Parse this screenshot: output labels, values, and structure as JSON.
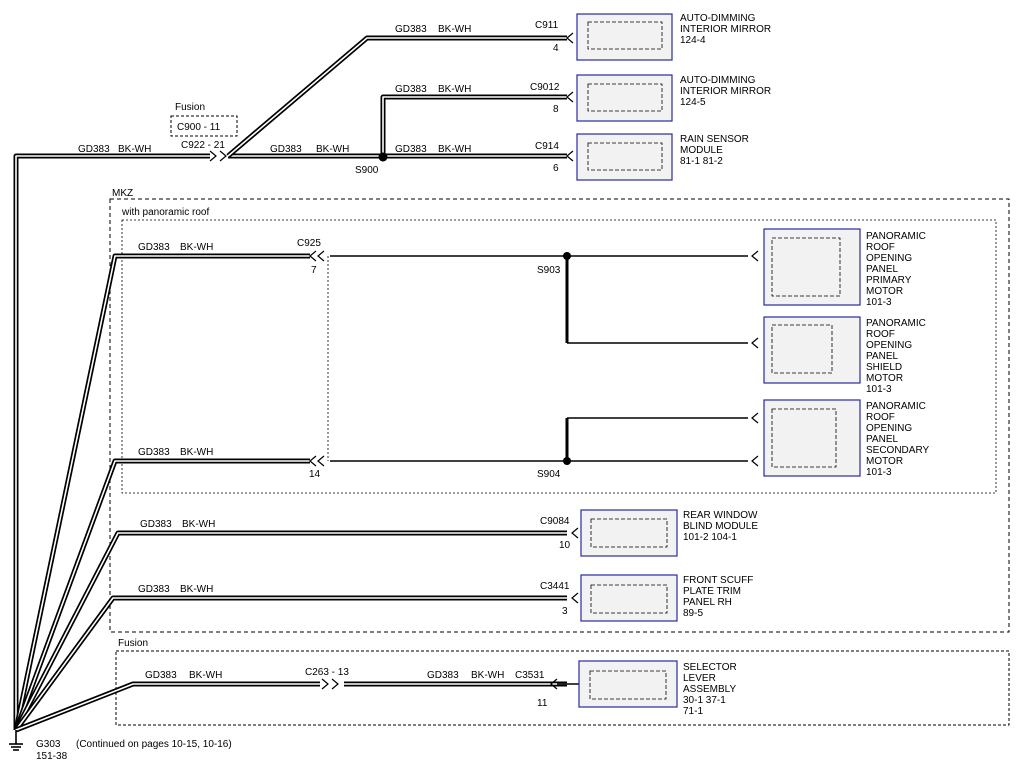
{
  "wire_label": {
    "circuit": "GD383",
    "color": "BK-WH"
  },
  "inline_connectors": {
    "fusion_top": {
      "variant": "Fusion",
      "top": "C900 - 11",
      "bottom": "C922 - 21"
    },
    "c925": {
      "name": "C925",
      "pin_a": "7",
      "pin_b": "14"
    },
    "c263": {
      "name": "C263 - 13"
    }
  },
  "splices": {
    "s900": "S900",
    "s903": "S903",
    "s904": "S904"
  },
  "regions": {
    "mkz": "MKZ",
    "panoramic": "with panoramic roof",
    "fusion": "Fusion"
  },
  "components": [
    {
      "connector": "C911",
      "pin": "4",
      "lines": [
        "AUTO-DIMMING",
        "INTERIOR MIRROR",
        "124-4"
      ]
    },
    {
      "connector": "C9012",
      "pin": "8",
      "lines": [
        "AUTO-DIMMING",
        "INTERIOR MIRROR",
        "124-5"
      ]
    },
    {
      "connector": "C914",
      "pin": "6",
      "lines": [
        "RAIN SENSOR",
        "MODULE",
        "81-1    81-2"
      ]
    },
    {
      "connector": "",
      "pin": "",
      "lines": [
        "PANORAMIC",
        "ROOF",
        "OPENING",
        "PANEL",
        "PRIMARY",
        "MOTOR",
        "101-3"
      ]
    },
    {
      "connector": "",
      "pin": "",
      "lines": [
        "PANORAMIC",
        "ROOF",
        "OPENING",
        "PANEL",
        "SHIELD",
        "MOTOR",
        "101-3"
      ]
    },
    {
      "connector": "",
      "pin": "",
      "lines": [
        "PANORAMIC",
        "ROOF",
        "OPENING",
        "PANEL",
        "SECONDARY",
        "MOTOR",
        "101-3"
      ]
    },
    {
      "connector": "C9084",
      "pin": "10",
      "lines": [
        "REAR WINDOW",
        "BLIND MODULE",
        "101-2  104-1"
      ]
    },
    {
      "connector": "C3441",
      "pin": "3",
      "lines": [
        "FRONT SCUFF",
        "PLATE TRIM",
        "PANEL RH",
        "89-5"
      ]
    },
    {
      "connector": "C3531",
      "pin": "11",
      "lines": [
        "SELECTOR",
        "LEVER",
        "ASSEMBLY",
        "30-1    37-1",
        "71-1"
      ]
    }
  ],
  "ground": {
    "name": "G303",
    "note": "(Continued on pages 10-15, 10-16)",
    "ref": "151-38"
  }
}
